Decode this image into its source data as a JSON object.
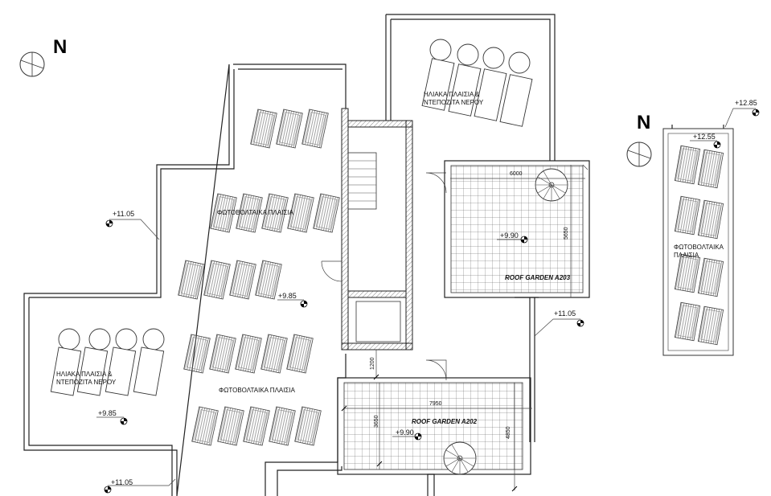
{
  "north": {
    "left": "N",
    "right": "N"
  },
  "levels": {
    "l1": "+11.05",
    "l2": "+9.85",
    "l3": "+9.85",
    "l4": "+11.05",
    "l5": "+11.05",
    "l6": "+9.90",
    "l7": "+9.90",
    "l8": "+12.85",
    "l9": "+12.55"
  },
  "labels": {
    "pv_top": "ΦΩΤΟΒΟΛΤΑΙΚΑ ΠΛΑΙΣΙΑ",
    "pv_bottom": "ΦΩΤΟΒΟΛΤΑΙΚΑ ΠΛΑΙΣΙΑ",
    "pv_right_line1": "ΦΩΤΟΒΟΛΤΑΙΚΑ",
    "pv_right_line2": "ΠΛΑΙΣΙΑ",
    "solar_top_line1": "ΗΛΙΑΚΑ ΠΛΑΙΣΙΑ &",
    "solar_top_line2": "ΝΤΕΠΟΖΙΤΑ ΝΕΡΟΥ",
    "solar_left_line1": "ΗΛΙΑΚΑ ΠΛΑΙΣΙΑ &",
    "solar_left_line2": "ΝΤΕΠΟΖΙΤΑ ΝΕΡΟΥ",
    "roof_garden_a203": "ROOF GARDEN A203",
    "roof_garden_a202": "ROOF GARDEN A202"
  },
  "dimensions": {
    "a203_width": "6000",
    "a203_depth": "5650",
    "a202_width": "7950",
    "a202_depth_left": "3650",
    "a202_depth_right": "4850",
    "gap": "1200"
  }
}
